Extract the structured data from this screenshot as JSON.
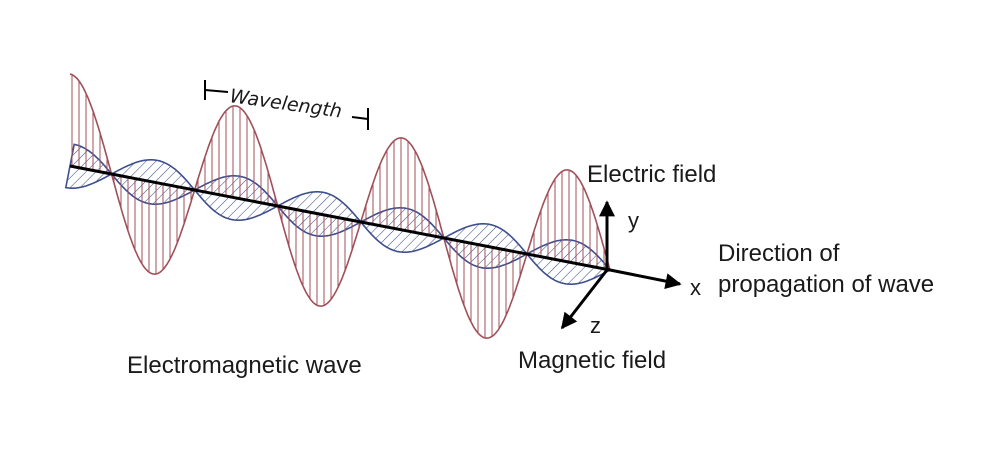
{
  "labels": {
    "wavelength": "Wavelength",
    "electric_field": "Electric field",
    "magnetic_field": "Magnetic field",
    "electromagnetic_wave": "Electromagnetic wave",
    "propagation_line1": "Direction of",
    "propagation_line2": "propagation of wave",
    "axis_x": "x",
    "axis_y": "y",
    "axis_z": "z"
  },
  "colors": {
    "electric_wave": "#a0505a",
    "magnetic_wave": "#3e4f8f",
    "axis": "#000000",
    "text": "#1a1a1a"
  }
}
